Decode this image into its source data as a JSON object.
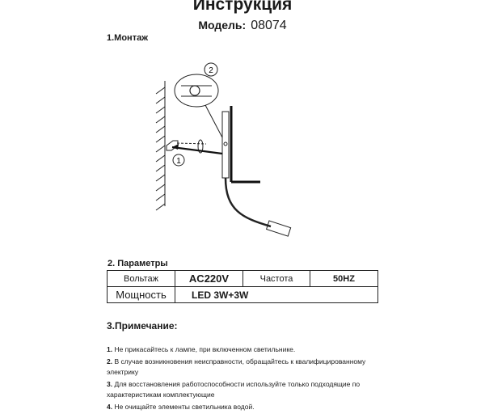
{
  "title": "Инструкция",
  "model": {
    "label": "Модель:",
    "value": "08074"
  },
  "section1": {
    "title": "1.Монтаж",
    "callouts": [
      "1",
      "2"
    ]
  },
  "section2": {
    "title": "2. Параметры",
    "rows": [
      [
        "Вольтаж",
        "AC220V",
        "Частота",
        "50HZ"
      ],
      [
        "Мощность",
        "LED 3W+3W"
      ]
    ]
  },
  "section3": {
    "title": "3.Примечание:",
    "notes": [
      {
        "n": "1.",
        "text": " Не прикасайтесь к лампе, при включенном светильнике."
      },
      {
        "n": "2.",
        "text": " В случае возникновения неисправности, обращайтесь к квалифицированному электрику"
      },
      {
        "n": "3.",
        "text": " Для восстановления работоспособности используйте только подходящие по характеристикам комплектующие"
      },
      {
        "n": "4.",
        "text": " Не очищайте элементы светильника водой."
      }
    ]
  }
}
